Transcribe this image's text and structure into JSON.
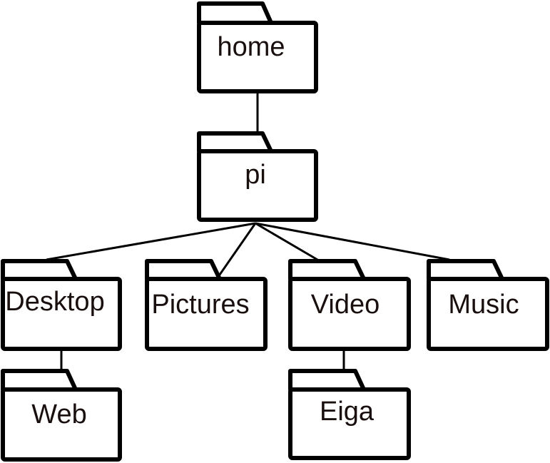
{
  "folders": {
    "home": "home",
    "pi": "pi",
    "desktop": "Desktop",
    "pictures": "Pictures",
    "video": "Video",
    "music": "Music",
    "web": "Web",
    "eiga": "Eiga"
  },
  "colors": {
    "stroke": "#000000",
    "label": "#1a0f0f",
    "background": "#ffffff"
  }
}
